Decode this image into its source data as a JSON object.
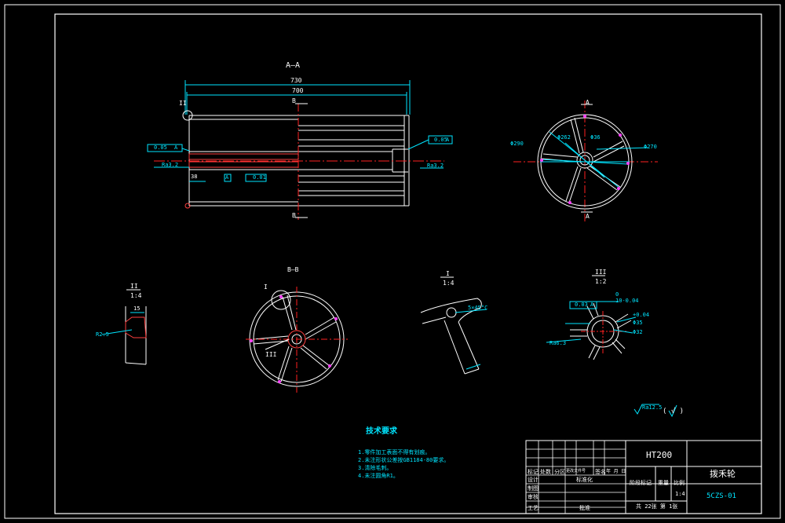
{
  "views": {
    "section_aa": {
      "title": "A—A",
      "dim_overall": "730",
      "dim_inner": "700",
      "cut_b_top": "B",
      "cut_b_bottom": "B",
      "ref_tol_left": "0.05",
      "ref_datum_left": "A",
      "ref_tol_right": "0.05",
      "ref_datum_right": "A",
      "rough_left": "Ra3.2",
      "rough_right": "Ra3.2",
      "dim_small": "38",
      "datum_a": "A",
      "flat_tol": "0.01",
      "detail_mark_ii": "II"
    },
    "end_view": {
      "cut_a_top": "A",
      "cut_a_bottom": "A",
      "d1": "Φ290",
      "d2": "Φ262",
      "d3": "Φ36",
      "d4": "Φ270"
    },
    "section_bb": {
      "title": "B—B",
      "detail_mark_i": "I",
      "detail_mark_iii": "III"
    },
    "detail_ii": {
      "title": "II",
      "scale": "1:4",
      "dim": "15",
      "rough": "R2.5"
    },
    "detail_i": {
      "title": "I",
      "scale": "1:4",
      "note": "5×45°C"
    },
    "detail_iii": {
      "title": "III",
      "scale": "1:2",
      "dim_top": "0",
      "dim_fit": "10-0.04",
      "tol_sym": "0.03",
      "tol_datum": "A",
      "dim_shaft": "Φ35",
      "dim_dev": "+0.04",
      "dim_d": "Φ32",
      "rough": "Ra6.3"
    }
  },
  "general_roughness": {
    "symbol": "Ra12.5",
    "bracket": "( √ )"
  },
  "tech_requirements": {
    "title": "技术要求",
    "items": [
      "1.零件加工表面不得有划痕。",
      "2.未注形状公差按GB1184-80要求。",
      "3.清除毛刺。",
      "4.未注圆角R1。"
    ]
  },
  "title_block": {
    "material": "HT200",
    "part_name": "拨禾轮",
    "drawing_no": "5CZS-01",
    "scale": "1:4",
    "sheet_info": "共 22张  第 1张",
    "headers": [
      "标记",
      "处数",
      "分区",
      "更改文件号",
      "签名",
      "年 月 日"
    ],
    "roles": [
      "设计",
      "制图",
      "审核",
      "工艺"
    ],
    "std_label": "标准化",
    "stage_label": "阶段标记",
    "weight_label": "重量",
    "scale_label": "比例",
    "approve_label": "批准"
  }
}
